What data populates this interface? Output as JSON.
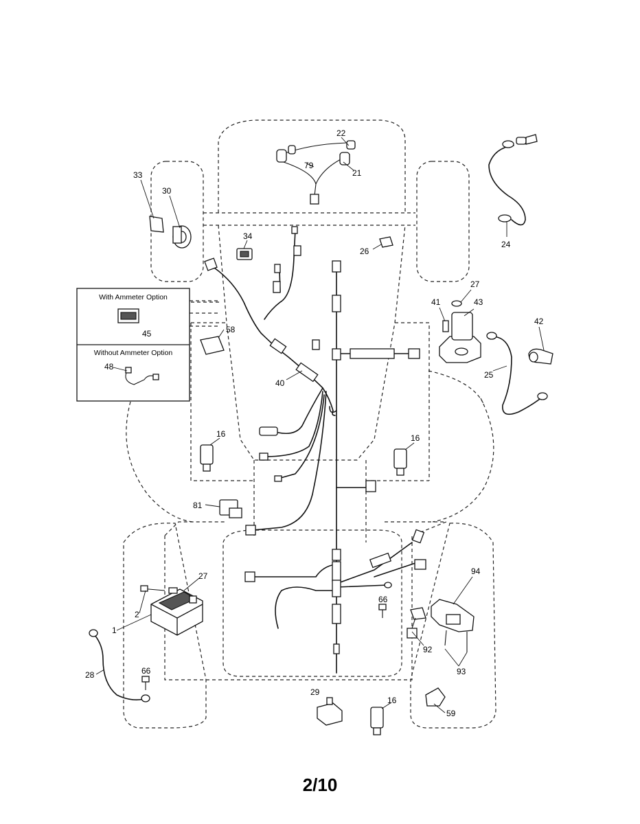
{
  "legend": {
    "with_ammeter": "With Ammeter Option",
    "without_ammeter": "Without Ammeter Option"
  },
  "callouts": [
    "22",
    "79",
    "21",
    "33",
    "30",
    "34",
    "26",
    "24",
    "27",
    "41",
    "43",
    "42",
    "25",
    "58",
    "40",
    "45",
    "48",
    "16",
    "81",
    "94",
    "2",
    "1",
    "28",
    "66",
    "92",
    "93",
    "29",
    "59"
  ],
  "page_number": "2/10"
}
